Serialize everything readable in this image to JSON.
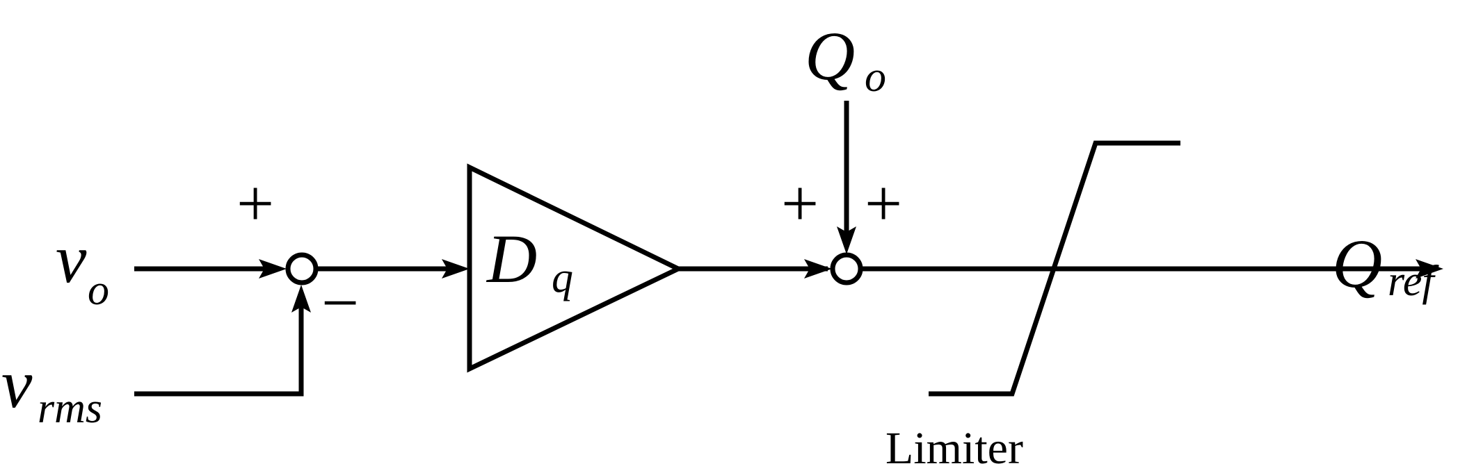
{
  "diagram": {
    "inputs": {
      "vo_main": "v",
      "vo_sub": "o",
      "vrms_main": "v",
      "vrms_sub": "rms",
      "qo_main": "Q",
      "qo_sub": "o"
    },
    "gain": {
      "main": "D",
      "sub": "q"
    },
    "output": {
      "main": "Q",
      "sub": "ref"
    },
    "signs": {
      "sum1_plus": "+",
      "sum1_minus": "−",
      "sum2_plus_left": "+",
      "sum2_plus_right": "+"
    },
    "limiter_label": "Limiter"
  }
}
